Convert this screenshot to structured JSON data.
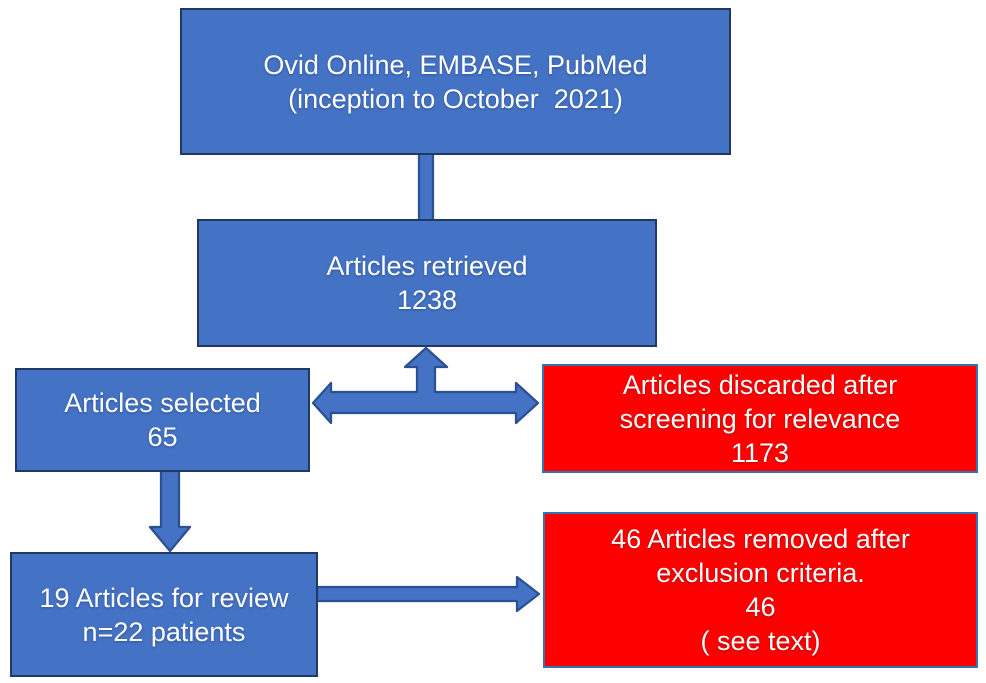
{
  "diagram": {
    "kind": "flowchart",
    "description": "Systematic review article selection flow diagram"
  },
  "colors": {
    "box_fill_blue": "#4472C4",
    "box_border_dark": "#1F3864",
    "arrow_border": "#2B4F93",
    "red_fill": "#FF0000",
    "red_border": "#2E75B6",
    "text_color": "#FFFFFF",
    "background": "#FFFFFF"
  },
  "nodes": [
    {
      "id": "sources",
      "color": "blue",
      "lines": [
        "Ovid Online, EMBASE, PubMed",
        "(inception to October  2021)"
      ]
    },
    {
      "id": "retrieved",
      "color": "blue",
      "lines": [
        "Articles retrieved",
        "1238"
      ]
    },
    {
      "id": "selected",
      "color": "blue",
      "lines": [
        "Articles selected",
        "65"
      ]
    },
    {
      "id": "discarded",
      "color": "red",
      "lines": [
        "Articles discarded after",
        "screening for relevance",
        "1173"
      ]
    },
    {
      "id": "review",
      "color": "blue",
      "lines": [
        "19 Articles for review",
        "n=22 patients"
      ]
    },
    {
      "id": "removed",
      "color": "red",
      "lines": [
        "46 Articles removed after",
        "exclusion criteria.",
        "46",
        "( see text)"
      ]
    }
  ],
  "edges": [
    {
      "from": "sources",
      "to": "retrieved",
      "style": "thick-bar"
    },
    {
      "from": "retrieved",
      "to": "selected / discarded",
      "style": "three-way-block-arrow"
    },
    {
      "from": "selected",
      "to": "review",
      "style": "block-arrow-down"
    },
    {
      "from": "review",
      "to": "removed",
      "style": "block-arrow-right"
    }
  ]
}
